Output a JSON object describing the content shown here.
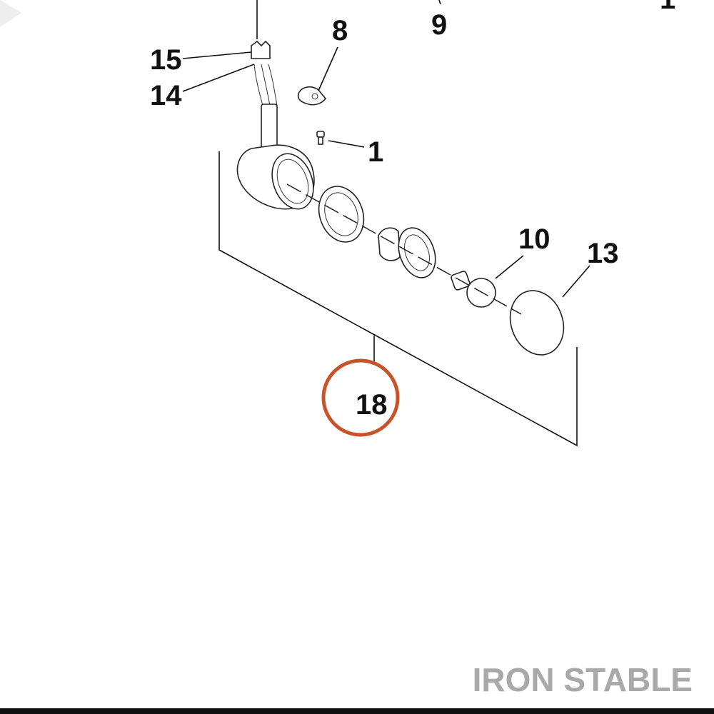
{
  "callouts": {
    "c1": "1",
    "c8": "8",
    "c9": "9",
    "c10": "10",
    "c13": "13",
    "c14": "14",
    "c15": "15",
    "c18": "18",
    "corner": "1"
  },
  "highlight_color": "#c8532a",
  "watermark": "IRON STABLE"
}
